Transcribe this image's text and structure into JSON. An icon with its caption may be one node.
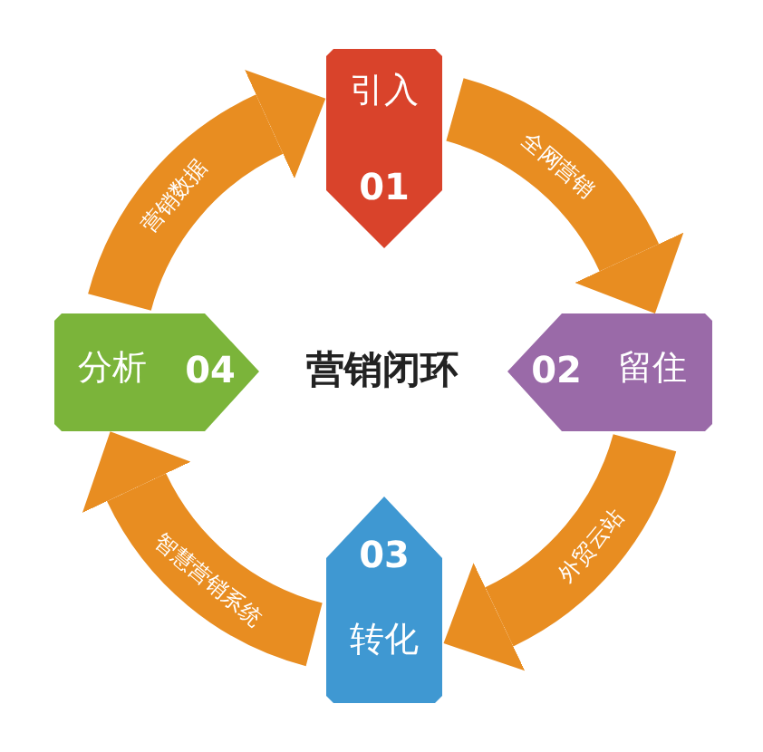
{
  "diagram": {
    "nodes": [
      {
        "text": [
          "引入",
          "01"
        ]
      },
      {
        "text": [
          "02",
          "留住"
        ]
      },
      {
        "text": [
          "03",
          "转化"
        ]
      },
      {
        "text": [
          "分析",
          "04"
        ]
      },
      {
        "text": [
          "营销闭环"
        ]
      }
    ],
    "edges": [
      {
        "from": 0,
        "to": 1,
        "arrow": "to",
        "label": "全网营销"
      },
      {
        "from": 1,
        "to": 2,
        "arrow": "to",
        "label": "外贸云站"
      },
      {
        "from": 2,
        "to": 3,
        "arrow": "to",
        "label": "智慧营销系统"
      },
      {
        "from": 3,
        "to": 0,
        "arrow": "to",
        "label": "营销数据"
      }
    ]
  }
}
